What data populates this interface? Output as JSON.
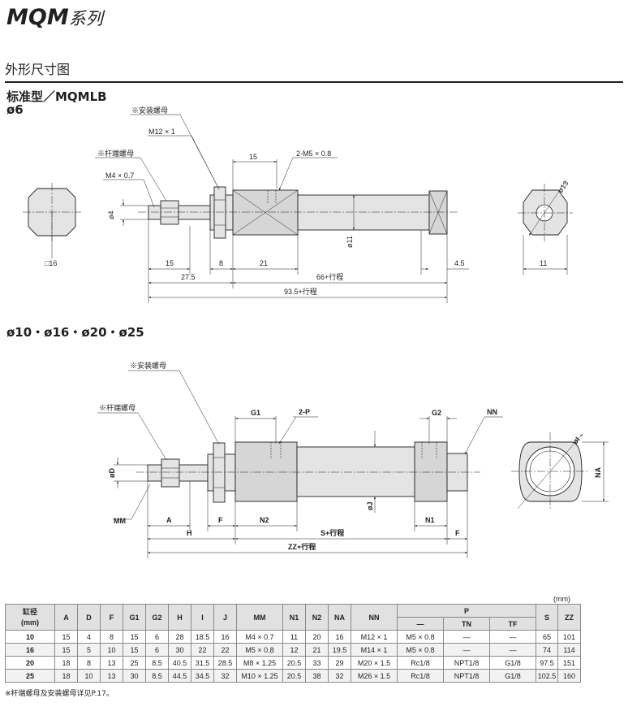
{
  "header": {
    "series_prefix": "MQM",
    "series_suffix": "系列",
    "section": "外形尺寸图"
  },
  "standard": {
    "title": "标准型／MQMLB",
    "bore": "ø6",
    "labels": {
      "mount_nut": "※安装螺母",
      "rod_nut": "※杆端螺母",
      "m12": "M12 × 1",
      "m4": "M4 × 0.7",
      "sq16": "□16",
      "d15_top": "15",
      "port": "2-M5 × 0.8",
      "phi4": "ø4",
      "phi11": "ø11",
      "phi13": "ø13",
      "d15": "15",
      "d8": "8",
      "d21": "21",
      "d66": "66+行程",
      "d45": "4.5",
      "d11": "11",
      "d275": "27.5",
      "d935": "93.5+行程"
    }
  },
  "large": {
    "title": "ø10・ø16・ø20・ø25",
    "labels": {
      "mount_nut": "※安装螺母",
      "rod_nut": "※杆端螺母",
      "g1": "G1",
      "p2": "2-P",
      "g2": "G2",
      "nn": "NN",
      "phiD": "øD",
      "phiI": "øI",
      "phiJ": "øJ",
      "na": "NA",
      "mm": "MM",
      "a": "A",
      "f": "F",
      "n2": "N2",
      "n1": "N1",
      "f2": "F",
      "h": "H",
      "s": "S+行程",
      "zz": "ZZ+行程"
    }
  },
  "table": {
    "unit": "(mm)",
    "headers": {
      "bore": "缸径",
      "bore_unit": "(mm)",
      "cols": [
        "A",
        "D",
        "F",
        "G1",
        "G2",
        "H",
        "I",
        "J",
        "MM",
        "N1",
        "N2",
        "NA",
        "NN"
      ],
      "p": "P",
      "p_sub": [
        "—",
        "TN",
        "TF"
      ],
      "s": "S",
      "zz": "ZZ"
    },
    "rows": [
      {
        "bore": "10",
        "a": "15",
        "d": "4",
        "f": "8",
        "g1": "15",
        "g2": "6",
        "h": "28",
        "i": "18.5",
        "j": "16",
        "mm": "M4 × 0.7",
        "n1": "11",
        "n2": "20",
        "na": "16",
        "nn": "M12 × 1",
        "p": "M5 × 0.8",
        "tn": "—",
        "tf": "—",
        "s": "65",
        "zz": "101"
      },
      {
        "bore": "16",
        "a": "15",
        "d": "5",
        "f": "10",
        "g1": "15",
        "g2": "6",
        "h": "30",
        "i": "22",
        "j": "22",
        "mm": "M5 × 0.8",
        "n1": "12",
        "n2": "21",
        "na": "19.5",
        "nn": "M14 × 1",
        "p": "M5 × 0.8",
        "tn": "—",
        "tf": "—",
        "s": "74",
        "zz": "114"
      },
      {
        "bore": "20",
        "a": "18",
        "d": "8",
        "f": "13",
        "g1": "25",
        "g2": "8.5",
        "h": "40.5",
        "i": "31.5",
        "j": "28.5",
        "mm": "M8 × 1.25",
        "n1": "20.5",
        "n2": "33",
        "na": "29",
        "nn": "M20 × 1.5",
        "p": "Rc1/8",
        "tn": "NPT1/8",
        "tf": "G1/8",
        "s": "97.5",
        "zz": "151"
      },
      {
        "bore": "25",
        "a": "18",
        "d": "10",
        "f": "13",
        "g1": "30",
        "g2": "8.5",
        "h": "44.5",
        "i": "34.5",
        "j": "32",
        "mm": "M10 × 1.25",
        "n1": "20.5",
        "n2": "38",
        "na": "32",
        "nn": "M26 × 1.5",
        "p": "Rc1/8",
        "tn": "NPT1/8",
        "tf": "G1/8",
        "s": "102.5",
        "zz": "160"
      }
    ],
    "footnote": "※杆端螺母及安装螺母详见P.17。"
  }
}
